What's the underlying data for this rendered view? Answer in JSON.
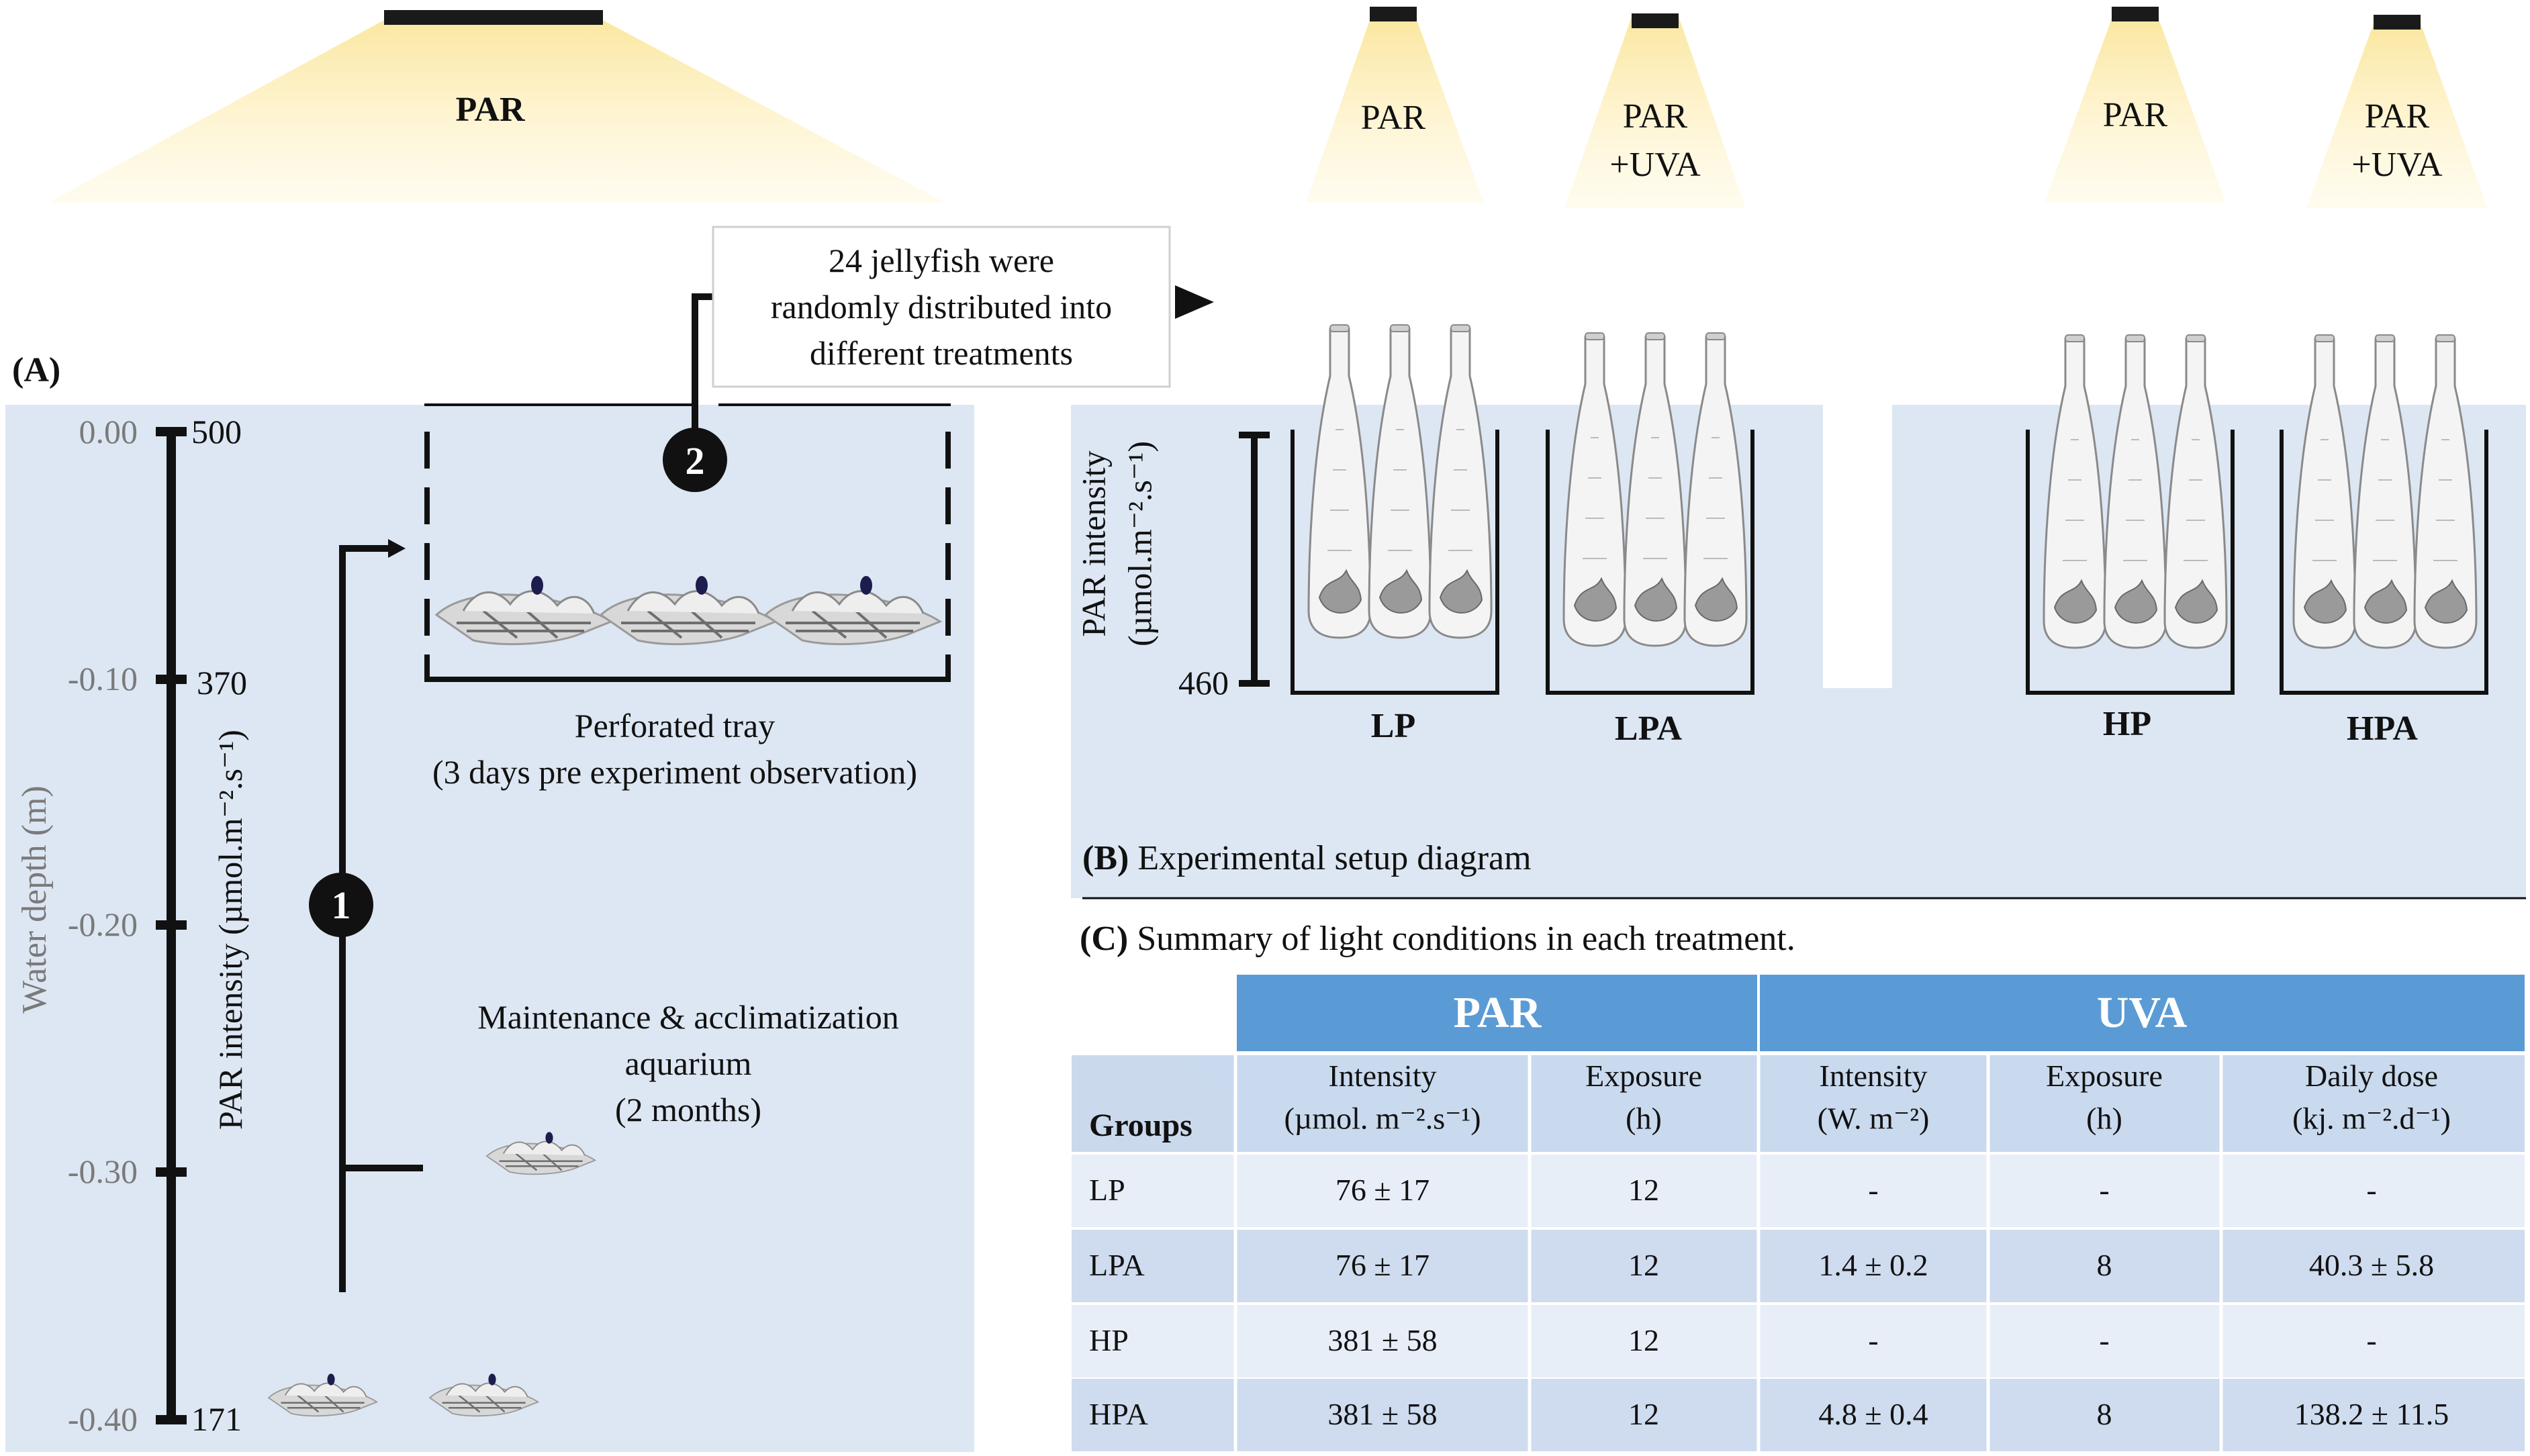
{
  "lamps": {
    "wide_label": "PAR",
    "low": {
      "par": "PAR",
      "par_uva": "PAR\n+UVA"
    },
    "high": {
      "par": "PAR",
      "par_uva": "PAR\n+UVA"
    }
  },
  "panel_a": {
    "label": "(A)",
    "depth_axis_label": "Water depth (m)",
    "par_axis_label": "PAR intensity (µmol.m⁻².s⁻¹)",
    "depth_ticks": [
      "0.00",
      "-0.10",
      "-0.20",
      "-0.30",
      "-0.40"
    ],
    "par_ticks": [
      "500",
      "370",
      "171"
    ],
    "step1": "1",
    "step2": "2",
    "tray_label": "Perforated tray\n(3 days pre experiment observation)",
    "aquarium_label": "Maintenance & acclimatization\naquarium\n(2 months)",
    "callout": "24 jellyfish were\nrandomly distributed into\ndifferent treatments"
  },
  "panel_b": {
    "caption_letter": "(B)",
    "caption_text": " Experimental setup diagram",
    "axis_label": "PAR intensity\n(µmol.m⁻².s⁻¹)",
    "axis_value": "460",
    "groups": [
      "LP",
      "LPA",
      "HP",
      "HPA"
    ]
  },
  "panel_c": {
    "caption_letter": "(C)",
    "caption_text": " Summary of light conditions in each treatment.",
    "header_par": "PAR",
    "header_uva": "UVA",
    "groups_header": "Groups",
    "columns": [
      "Intensity\n(µmol. m⁻².s⁻¹)",
      "Exposure\n(h)",
      "Intensity\n(W. m⁻²)",
      "Exposure\n(h)",
      "Daily dose\n(kj. m⁻².d⁻¹)"
    ],
    "rows": [
      [
        "LP",
        "76 ± 17",
        "12",
        "-",
        "-",
        "-"
      ],
      [
        "LPA",
        "76 ± 17",
        "12",
        "1.4 ± 0.2",
        "8",
        "40.3 ± 5.8"
      ],
      [
        "HP",
        "381 ± 58",
        "12",
        "-",
        "-",
        "-"
      ],
      [
        "HPA",
        "381 ± 58",
        "12",
        "4.8 ± 0.4",
        "8",
        "138.2 ± 11.5"
      ]
    ],
    "colors": {
      "header": "#5b9bd5",
      "subheader": "#c9d9ee",
      "row_dark": "#cfdbee",
      "row_light": "#e8eef7"
    }
  },
  "colors": {
    "water": "#dde7f3",
    "light_beam": "#fbe9a0"
  }
}
